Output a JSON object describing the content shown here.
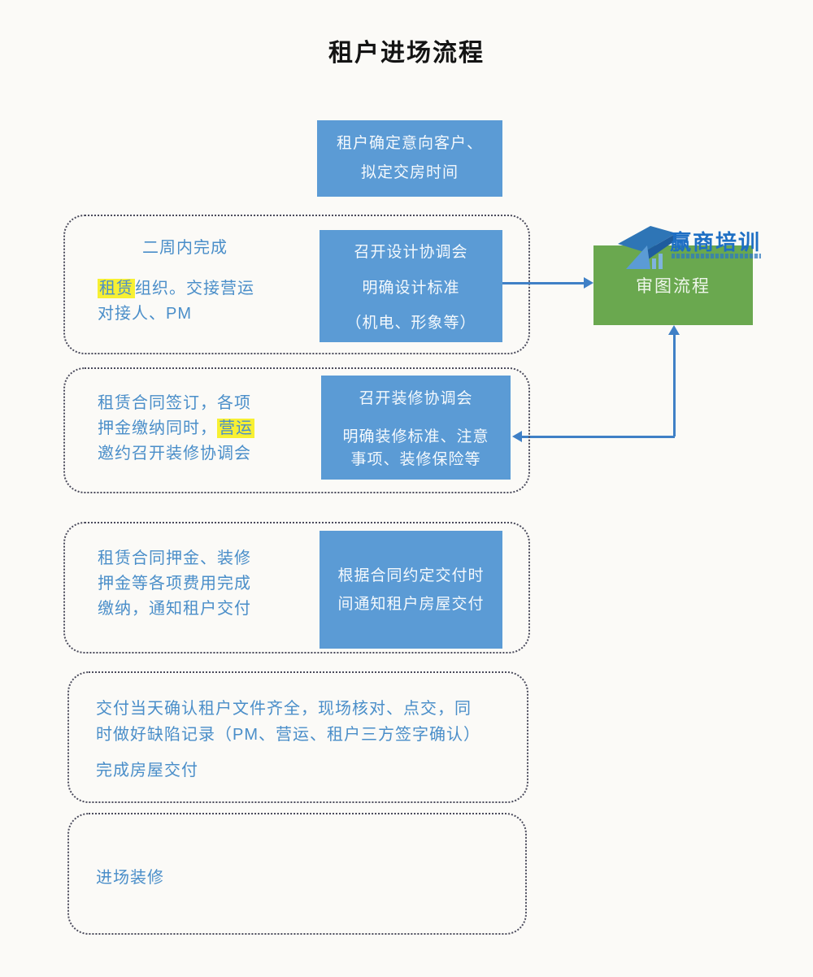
{
  "title": "租户进场流程",
  "logo": {
    "text": "赢商培训"
  },
  "colors": {
    "process_box_blue": "#5b9bd5",
    "review_box_green": "#6aa84f",
    "note_text_blue": "#4a8ec9",
    "highlight_yellow": "#f7f033",
    "arrow_blue": "#3f80c6",
    "logo_blue": "#1e6fc4"
  },
  "top_box": {
    "line1": "租户确定意向客户、",
    "line2": "拟定交房时间"
  },
  "review_box": {
    "label": "审图流程"
  },
  "stage1": {
    "note_line1": "二周内完成",
    "note_line2_highlight": "租赁",
    "note_line2_rest": "组织。交接营运",
    "note_line3": "对接人、PM",
    "box_line1": "召开设计协调会",
    "box_line2": "明确设计标准",
    "box_line3": "（机电、形象等）"
  },
  "stage2": {
    "note_line1": "租赁合同签订，各项",
    "note_line2_pre": "押金缴纳同时，",
    "note_line2_highlight": "营运",
    "note_line3": "邀约召开装修协调会",
    "box_line1": "召开装修协调会",
    "box_line2": "明确装修标准、注意",
    "box_line3": "事项、装修保险等"
  },
  "stage3": {
    "note_line1": "租赁合同押金、装修",
    "note_line2": "押金等各项费用完成",
    "note_line3": "缴纳，通知租户交付",
    "box_line1": "根据合同约定交付时",
    "box_line2": "间通知租户房屋交付"
  },
  "stage4": {
    "line1": "交付当天确认租户文件齐全，现场核对、点交，同",
    "line2": "时做好缺陷记录（PM、营运、租户三方签字确认）",
    "line3": "完成房屋交付"
  },
  "stage5": {
    "line1": "进场装修"
  }
}
